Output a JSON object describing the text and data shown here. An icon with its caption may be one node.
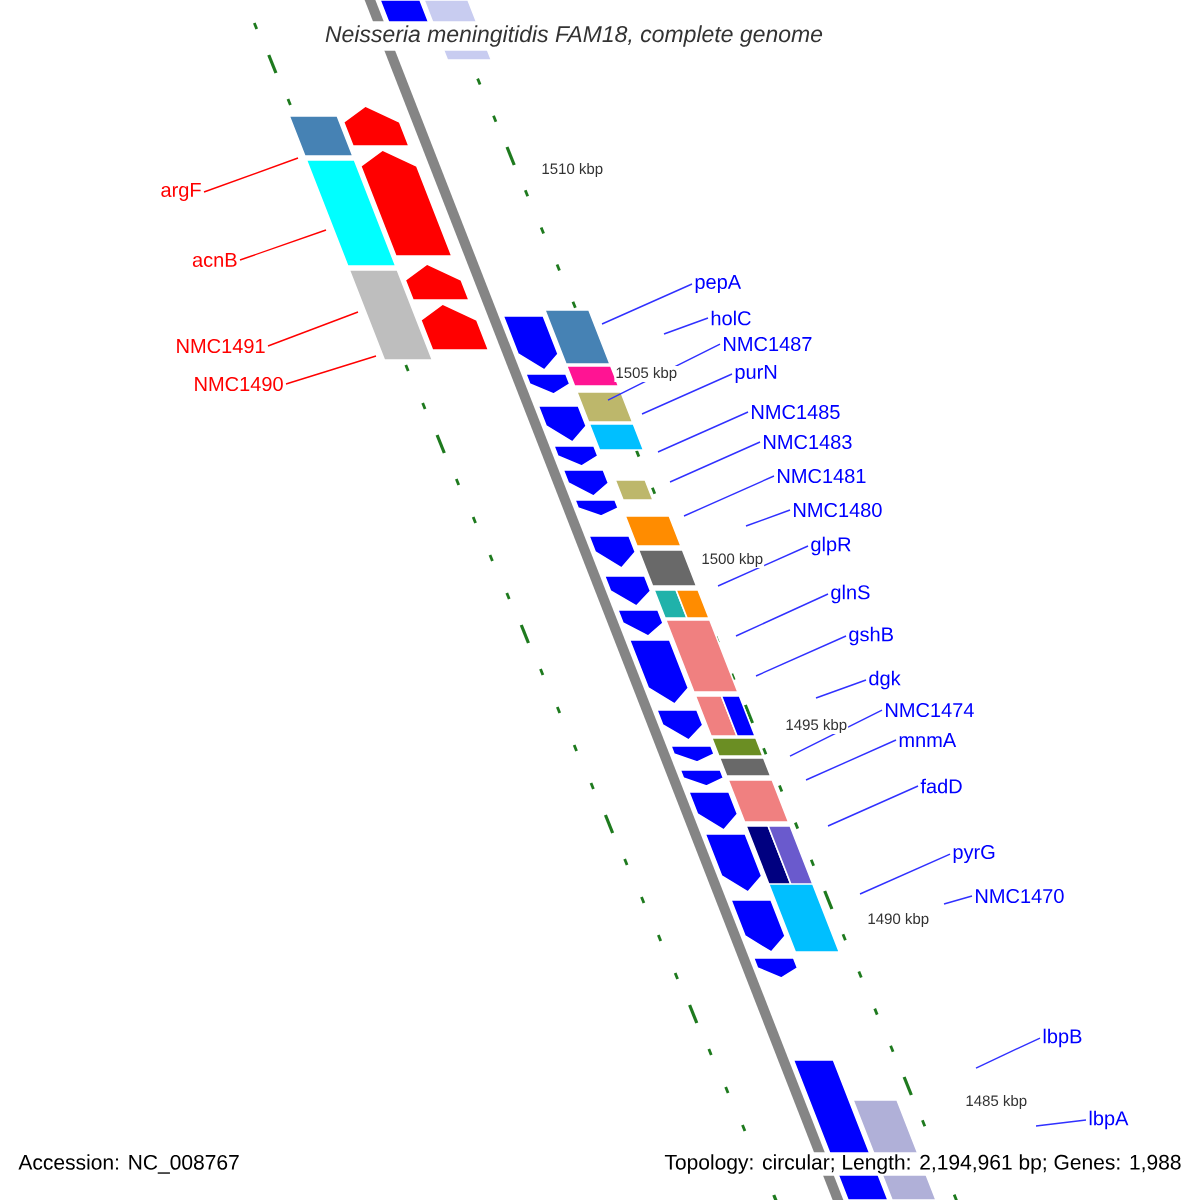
{
  "diagram": {
    "title": "Neisseria meningitidis FAM18, complete genome",
    "nodes": [
      {
        "text": [
          "argF"
        ]
      },
      {
        "text": [
          "acnB"
        ]
      },
      {
        "text": [
          "NMC1491"
        ]
      },
      {
        "text": [
          "NMC1490"
        ]
      },
      {
        "text": [
          "pepA"
        ]
      },
      {
        "text": [
          "holC"
        ]
      },
      {
        "text": [
          "NMC1487"
        ]
      },
      {
        "text": [
          "purN"
        ]
      },
      {
        "text": [
          "NMC1485"
        ]
      },
      {
        "text": [
          "NMC1483"
        ]
      },
      {
        "text": [
          "NMC1481"
        ]
      },
      {
        "text": [
          "NMC1480"
        ]
      },
      {
        "text": [
          "glpR"
        ]
      },
      {
        "text": [
          "glnS"
        ]
      },
      {
        "text": [
          "gshB"
        ]
      },
      {
        "text": [
          "dgk"
        ]
      },
      {
        "text": [
          "NMC1474"
        ]
      },
      {
        "text": [
          "mnmA"
        ]
      },
      {
        "text": [
          "fadD"
        ]
      },
      {
        "text": [
          "pyrG"
        ]
      },
      {
        "text": [
          "NMC1470"
        ]
      },
      {
        "text": [
          "lbpB"
        ]
      },
      {
        "text": [
          "lbpA"
        ]
      }
    ],
    "edges": [
      {
        "from": 0,
        "to": null,
        "arrow": "none",
        "color": "#ff0000"
      },
      {
        "from": 1,
        "to": null,
        "arrow": "none",
        "color": "#ff0000"
      },
      {
        "from": 2,
        "to": null,
        "arrow": "none",
        "color": "#ff0000"
      },
      {
        "from": 3,
        "to": null,
        "arrow": "none",
        "color": "#ff0000"
      },
      {
        "from": 4,
        "to": null,
        "arrow": "none"
      },
      {
        "from": 5,
        "to": null,
        "arrow": "none"
      },
      {
        "from": 6,
        "to": null,
        "arrow": "none"
      },
      {
        "from": 7,
        "to": null,
        "arrow": "none"
      },
      {
        "from": 8,
        "to": null,
        "arrow": "none"
      },
      {
        "from": 9,
        "to": null,
        "arrow": "none"
      },
      {
        "from": 10,
        "to": null,
        "arrow": "none"
      },
      {
        "from": 11,
        "to": null,
        "arrow": "none"
      },
      {
        "from": 12,
        "to": null,
        "arrow": "none"
      },
      {
        "from": 13,
        "to": null,
        "arrow": "none"
      },
      {
        "from": 14,
        "to": null,
        "arrow": "none"
      },
      {
        "from": 15,
        "to": null,
        "arrow": "none"
      },
      {
        "from": 16,
        "to": null,
        "arrow": "none"
      },
      {
        "from": 17,
        "to": null,
        "arrow": "none"
      },
      {
        "from": 18,
        "to": null,
        "arrow": "none"
      },
      {
        "from": 19,
        "to": null,
        "arrow": "none"
      },
      {
        "from": 20,
        "to": null,
        "arrow": "none"
      },
      {
        "from": 21,
        "to": null,
        "arrow": "none"
      },
      {
        "from": 22,
        "to": null,
        "arrow": "none"
      }
    ],
    "labels": [
      "1510 kbp",
      "1505 kbp",
      "1500 kbp",
      "1495 kbp",
      "1490 kbp",
      "1485 kbp",
      "Accession: NC_008767",
      "Topology: circular; Length: 2,194,961 bp; Genes: 1,988"
    ]
  }
}
